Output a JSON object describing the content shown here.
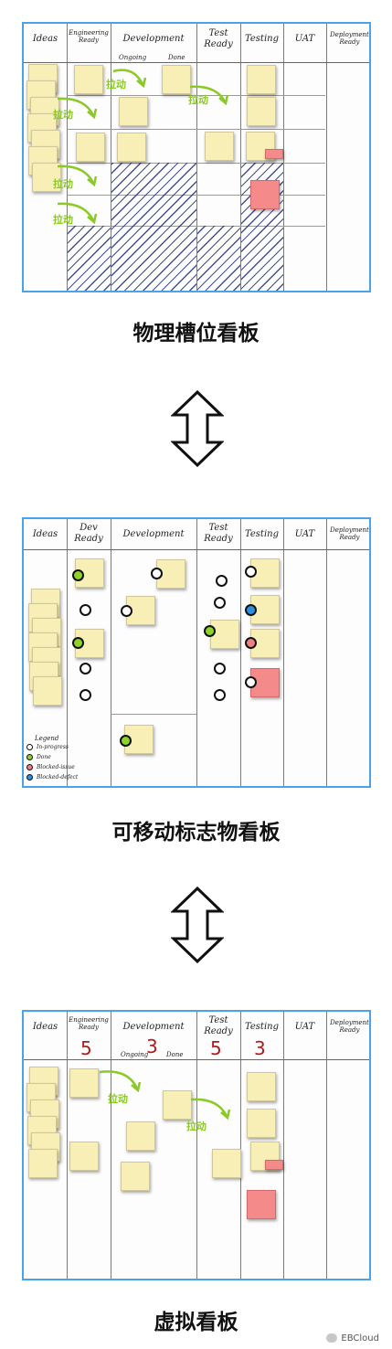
{
  "columns": {
    "ideas": "Ideas",
    "engineering_ready": "Engineering\nReady",
    "dev_ready": "Dev\nReady",
    "development": "Development",
    "test_ready": "Test\nReady",
    "testing": "Testing",
    "uat": "UAT",
    "deployment_ready": "Deployment\nReady",
    "ongoing": "Ongoing",
    "done": "Done"
  },
  "drag_label": "拉动",
  "captions": {
    "physical": "物理槽位看板",
    "movable": "可移动标志物看板",
    "virtual": "虚拟看板"
  },
  "legend": {
    "title": "Legend",
    "items": [
      "In-progress",
      "Done",
      "Blocked-issue",
      "Blocked-defect"
    ]
  },
  "wip_limits": {
    "engineering_ready": "5",
    "development": "3",
    "test_ready": "5",
    "testing": "3"
  },
  "watermark": "EBCloud",
  "colors": {
    "sticky": "#f7efb5",
    "blocked_note": "#f58a8a",
    "board_border": "#4aa3e8",
    "drag_text": "#8ac926",
    "in_progress_dot": "#ffffff",
    "done_dot": "#8fd32a",
    "blocked_issue_dot": "#f08080",
    "blocked_defect_dot": "#2d8fe0"
  }
}
